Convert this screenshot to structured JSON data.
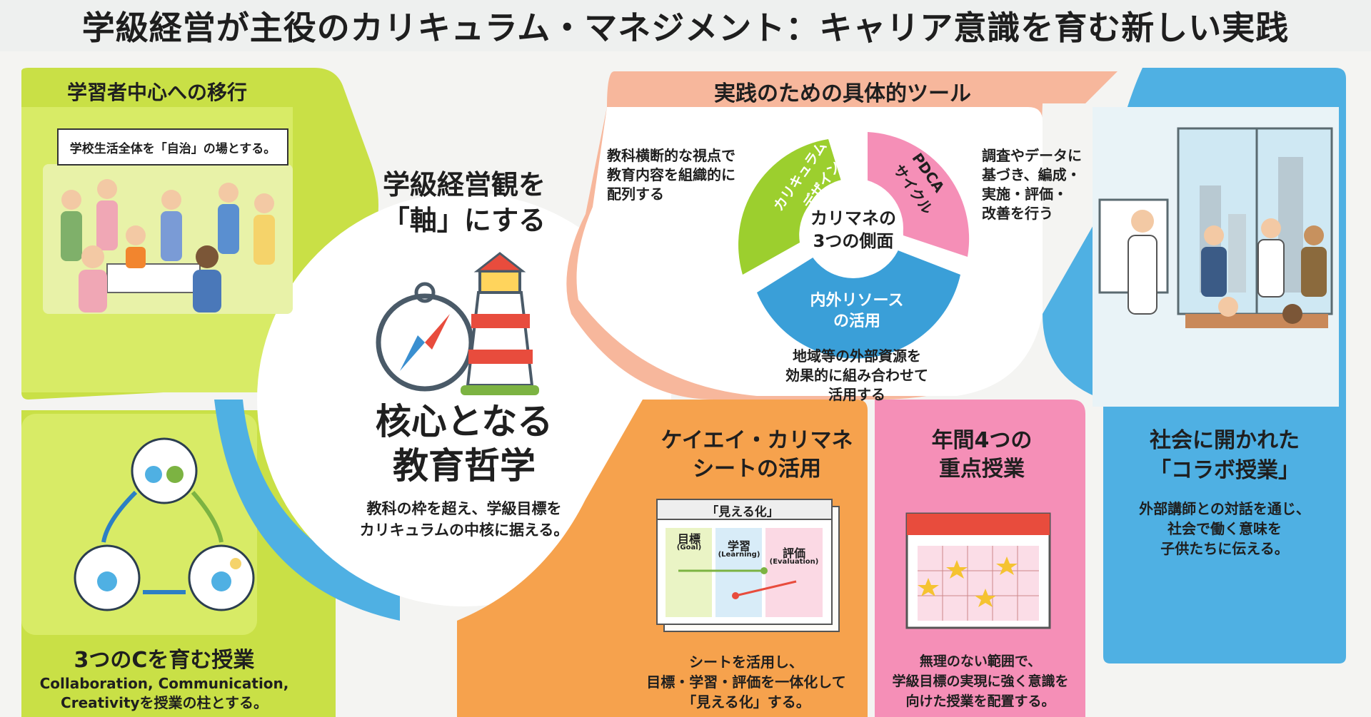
{
  "title": "学級経営が主役のカリキュラム・マネジメント：キャリア意識を育む新しい実践",
  "colors": {
    "green": "#c9e046",
    "green_dark": "#a8cc17",
    "blue": "#4fb0e3",
    "orange": "#f6a24d",
    "orange_dark": "#f2852e",
    "salmon": "#f7b79c",
    "pink": "#f58fb7",
    "white": "#ffffff"
  },
  "left_top": {
    "header": "学習者中心への移行",
    "banner": "学校生活全体を「自治」の場とする。"
  },
  "left_bottom": {
    "title": "3つのCを育む授業",
    "desc_1": "Collaboration, Communication,",
    "desc_2": "Creativityを授業の柱とする。"
  },
  "center": {
    "axis_1": "学級経営観を",
    "axis_2": "「軸」にする",
    "core_1": "核心となる",
    "core_2": "教育哲学",
    "desc_1": "教科の枠を超え、学級目標を",
    "desc_2": "カリキュラムの中核に据える。"
  },
  "tools": {
    "header": "実践のための具体的ツール",
    "left_note_1": "教科横断的な視点で",
    "left_note_2": "教育内容を組織的に",
    "left_note_3": "配列する",
    "right_note_1": "調査やデータに",
    "right_note_2": "基づき、編成・",
    "right_note_3": "実施・評価・",
    "right_note_4": "改善を行う",
    "bottom_note_1": "地域等の外部資源を",
    "bottom_note_2": "効果的に組み合わせて",
    "bottom_note_3": "活用する",
    "cycle_center_1": "カリマネの",
    "cycle_center_2": "3つの側面",
    "seg_design_1": "カリキュラム・",
    "seg_design_2": "デザイン",
    "seg_pdca_1": "PDCA",
    "seg_pdca_2": "サイクル",
    "seg_resource_1": "内外リソース",
    "seg_resource_2": "の活用"
  },
  "sheet": {
    "title_1": "ケイエイ・カリマネ",
    "title_2": "シートの活用",
    "window_label": "「見える化」",
    "col_goal": "目標",
    "col_goal_en": "(Goal)",
    "col_learning": "学習",
    "col_learning_en": "(Learning)",
    "col_eval": "評価",
    "col_eval_en": "(Evaluation)",
    "desc_1": "シートを活用し、",
    "desc_2": "目標・学習・評価を一体化して",
    "desc_3": "「見える化」する。"
  },
  "annual": {
    "title_1": "年間4つの",
    "title_2": "重点授業",
    "desc_1": "無理のない範囲で、",
    "desc_2": "学級目標の実現に強く意識を",
    "desc_3": "向けた授業を配置する。"
  },
  "collab": {
    "title_1": "社会に開かれた",
    "title_2": "「コラボ授業」",
    "desc_1": "外部講師との対話を通じ、",
    "desc_2": "社会で働く意味を",
    "desc_3": "子供たちに伝える。"
  }
}
